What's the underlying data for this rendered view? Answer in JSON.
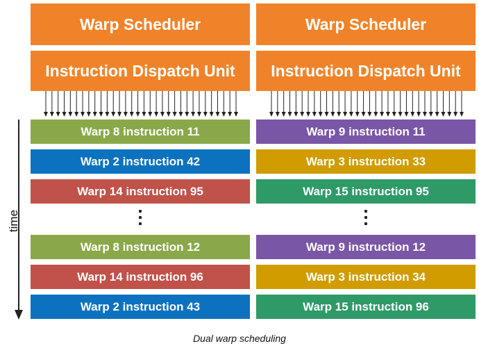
{
  "colors": {
    "orange": "#f0832a",
    "green": "#8aa84a",
    "blue": "#0c72c0",
    "red": "#c0524a",
    "purple": "#7a56a6",
    "gold": "#d09c00",
    "teal": "#2e9a68"
  },
  "left": {
    "scheduler": "Warp Scheduler",
    "dispatch": "Instruction Dispatch Unit",
    "slots": [
      {
        "label": "Warp 8 instruction 11",
        "color": "green"
      },
      {
        "label": "Warp 2 instruction 42",
        "color": "blue"
      },
      {
        "label": "Warp 14 instruction 95",
        "color": "red"
      },
      {
        "label": "Warp 8 instruction 12",
        "color": "green"
      },
      {
        "label": "Warp 14 instruction 96",
        "color": "red"
      },
      {
        "label": "Warp 2 instruction 43",
        "color": "blue"
      }
    ]
  },
  "right": {
    "scheduler": "Warp Scheduler",
    "dispatch": "Instruction Dispatch Unit",
    "slots": [
      {
        "label": "Warp 9 instruction 11",
        "color": "purple"
      },
      {
        "label": "Warp 3 instruction 33",
        "color": "gold"
      },
      {
        "label": "Warp 15 instruction 95",
        "color": "teal"
      },
      {
        "label": "Warp 9 instruction 12",
        "color": "purple"
      },
      {
        "label": "Warp 3 instruction 34",
        "color": "gold"
      },
      {
        "label": "Warp 15 instruction 96",
        "color": "teal"
      }
    ]
  },
  "time_label": "time",
  "caption": "Dual warp scheduling"
}
